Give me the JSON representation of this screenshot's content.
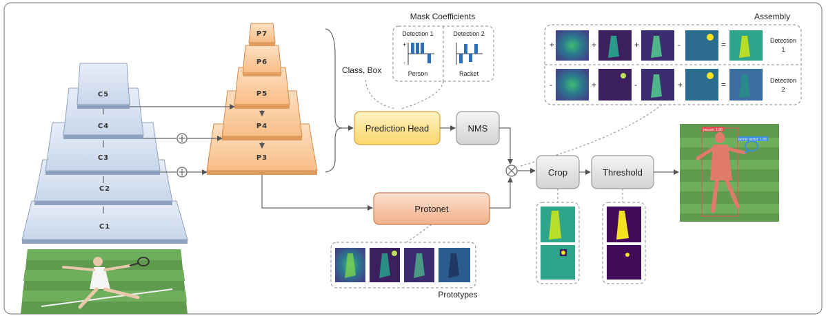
{
  "backbone": {
    "levels": [
      "C5",
      "C4",
      "C3",
      "C2",
      "C1"
    ]
  },
  "fpn": {
    "levels": [
      "P7",
      "P6",
      "P5",
      "P4",
      "P3"
    ]
  },
  "labels": {
    "class_box": "Class, Box",
    "mask_coefficients": "Mask Coefficients",
    "assembly": "Assembly",
    "prototypes": "Prototypes"
  },
  "boxes": {
    "prediction_head": "Prediction Head",
    "nms": "NMS",
    "protonet": "Protonet",
    "crop": "Crop",
    "threshold": "Threshold"
  },
  "detections": {
    "det1_title": "Detection 1",
    "det2_title": "Detection 2",
    "det1_class": "Person",
    "det2_class": "Racket",
    "plus": "+",
    "minus": "-"
  },
  "assembly": {
    "row1_ops": [
      "+",
      "+",
      "+",
      "-",
      "="
    ],
    "row2_ops": [
      "-",
      "+",
      "-",
      "+",
      "="
    ],
    "row1_label_a": "Detection",
    "row1_label_b": "1",
    "row2_label_a": "Detection",
    "row2_label_b": "2"
  },
  "result": {
    "person_tag": "person: 1.00",
    "racket_tag": "tennis racket: 1.00"
  },
  "colors": {
    "backbone_fill": "#dbe6f4",
    "backbone_dark": "#a9b9d3",
    "fpn_fill": "#fcd3a8",
    "fpn_dark": "#e9a462",
    "head_fill": "#fde69b",
    "head_stroke": "#e8b94a",
    "gray_fill": "#e6e6e6",
    "gray_stroke": "#9a9a9a",
    "protonet_fill": "#f6c4a3",
    "protonet_stroke": "#d88a5c",
    "viridis_dark": "#440a5a",
    "viridis_teal": "#2ea58a",
    "viridis_yellow": "#f4e11f"
  }
}
